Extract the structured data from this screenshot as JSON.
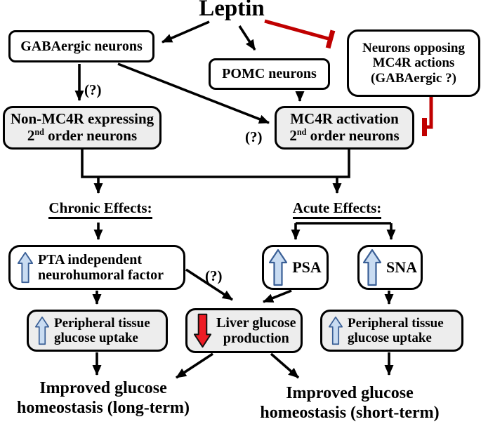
{
  "title": "Leptin",
  "boxes": {
    "gabaergic": {
      "label": "GABAergic neurons"
    },
    "pomc": {
      "label": "POMC neurons"
    },
    "opposing": {
      "line1": "Neurons opposing",
      "line2": "MC4R actions",
      "line3": "(GABAergic ?)"
    },
    "non_mc4r": {
      "line1": "Non-MC4R expressing",
      "line2_base": "2",
      "line2_sup": "nd",
      "line2_rest": " order neurons"
    },
    "mc4r": {
      "line1": "MC4R activation",
      "line2_base": "2",
      "line2_sup": "nd",
      "line2_rest": " order neurons"
    },
    "pta": {
      "line1": "PTA independent",
      "line2": "neurohumoral factor"
    },
    "psa": {
      "label": "PSA"
    },
    "sna": {
      "label": "SNA"
    },
    "periph_left": {
      "line1": "Peripheral tissue",
      "line2": "glucose uptake"
    },
    "liver": {
      "line1": "Liver glucose",
      "line2": "production"
    },
    "periph_right": {
      "line1": "Peripheral tissue",
      "line2": "glucose uptake"
    }
  },
  "labels": {
    "q_gaba": "(?)",
    "q_mc4r": "(?)",
    "q_pta": "(?)",
    "chronic": "Chronic Effects:",
    "acute": "Acute Effects:",
    "longterm_line1": "Improved glucose",
    "longterm_line2": "homeostasis (long-term)",
    "shortterm_line1": "Improved glucose",
    "shortterm_line2": "homeostasis (short-term)"
  },
  "icons": {
    "increase": "blue-up-block-arrow",
    "decrease": "red-down-block-arrow",
    "inhibit": "red-tee-bar"
  },
  "colors": {
    "inhibit_red": "#c00000",
    "arrow_red_fill": "#ee1c25",
    "arrow_blue_fill": "#c9dcf2",
    "arrow_blue_stroke": "#3a5f96",
    "box_gray": "#ededed",
    "line_black": "#000000"
  }
}
